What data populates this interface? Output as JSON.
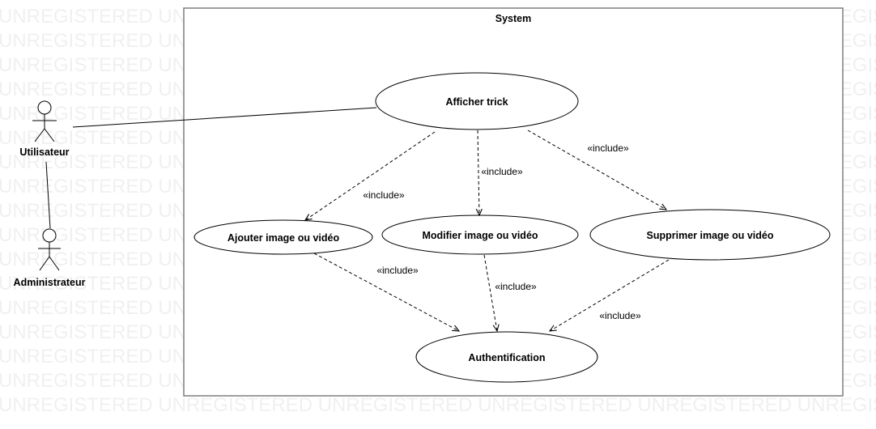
{
  "watermark": {
    "text": "UNREGISTERED UNREGISTERED UNREGISTERED UNREGISTERED UNREGISTERED UNREGISTERED"
  },
  "system": {
    "title": "System"
  },
  "actors": {
    "user": "Utilisateur",
    "admin": "Administrateur"
  },
  "use_cases": {
    "afficher": "Afficher trick",
    "ajouter": "Ajouter image ou vidéo",
    "modifier": "Modifier image ou vidéo",
    "supprimer": "Supprimer image ou vidéo",
    "auth": "Authentification"
  },
  "relations": {
    "include_label": "«include»"
  },
  "colors": {
    "line": "#000000",
    "border": "#7f7f7f",
    "watermark": "#f0f0f0"
  }
}
